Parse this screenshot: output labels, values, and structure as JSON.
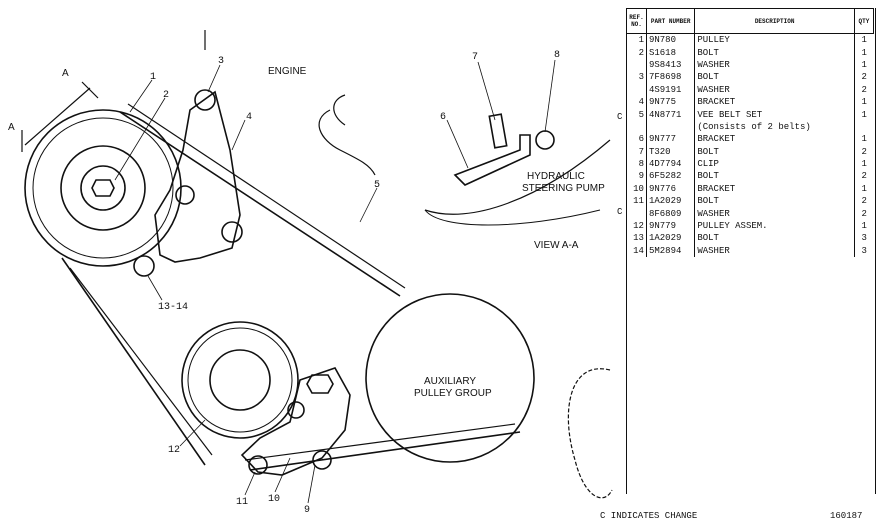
{
  "drawing": {
    "engine_label": "ENGINE",
    "pump_label_1": "HYDRAULIC",
    "pump_label_2": "STEERING PUMP",
    "aux_label_1": "AUXILIARY",
    "aux_label_2": "PULLEY GROUP",
    "view_label": "VIEW A-A",
    "section_mark": "A",
    "callouts": [
      "1",
      "2",
      "3",
      "4",
      "5",
      "6",
      "7",
      "8",
      "9",
      "10",
      "11",
      "12",
      "13-14"
    ]
  },
  "table": {
    "headers": {
      "ref_no": "REF. NO.",
      "part_number": "PART NUMBER",
      "description": "DESCRIPTION",
      "qty": "QTY"
    },
    "rows": [
      {
        "no": "1",
        "part": "9N780",
        "desc": "PULLEY",
        "qty": "1"
      },
      {
        "no": "2",
        "part": "S1618",
        "desc": "BOLT",
        "qty": "1"
      },
      {
        "no": "",
        "part": "9S8413",
        "desc": "WASHER",
        "qty": "1"
      },
      {
        "no": "3",
        "part": "7F8698",
        "desc": "BOLT",
        "qty": "2"
      },
      {
        "no": "",
        "part": "4S9191",
        "desc": "WASHER",
        "qty": "2"
      },
      {
        "no": "4",
        "part": "9N775",
        "desc": "BRACKET",
        "qty": "1"
      },
      {
        "no": "5",
        "part": "4N8771",
        "desc": "VEE BELT SET",
        "qty": "1"
      },
      {
        "no": "",
        "part": "",
        "desc": "(Consists of 2 belts)",
        "qty": ""
      },
      {
        "no": "6",
        "part": "9N777",
        "desc": "BRACKET",
        "qty": "1"
      },
      {
        "no": "7",
        "part": "T320",
        "desc": "BOLT",
        "qty": "2"
      },
      {
        "no": "8",
        "part": "4D7794",
        "desc": "CLIP",
        "qty": "1"
      },
      {
        "no": "9",
        "part": "6F5282",
        "desc": "BOLT",
        "qty": "2"
      },
      {
        "no": "10",
        "part": "9N776",
        "desc": "BRACKET",
        "qty": "1"
      },
      {
        "no": "11",
        "part": "1A2029",
        "desc": "BOLT",
        "qty": "2"
      },
      {
        "no": "",
        "part": "8F6809",
        "desc": "WASHER",
        "qty": "2"
      },
      {
        "no": "12",
        "part": "9N779",
        "desc": "PULLEY ASSEM.",
        "qty": "1"
      },
      {
        "no": "13",
        "part": "1A2029",
        "desc": "BOLT",
        "qty": "3"
      },
      {
        "no": "14",
        "part": "5M2894",
        "desc": "WASHER",
        "qty": "3"
      }
    ],
    "change_marker": "C",
    "footer_note": "C INDICATES CHANGE",
    "page_code": "160187"
  }
}
